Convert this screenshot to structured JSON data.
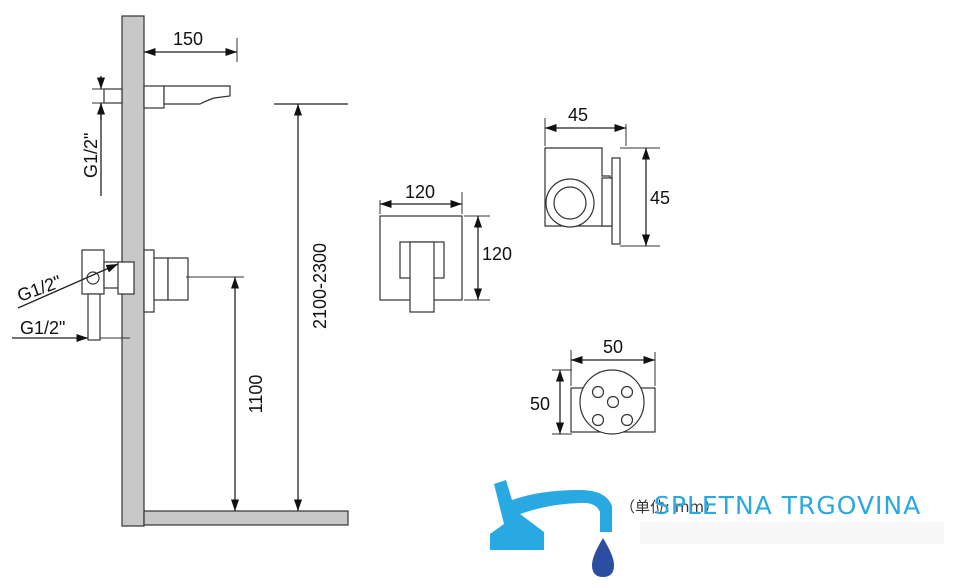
{
  "dimensions": {
    "spout_reach": "150",
    "thread_top": "G1/2\"",
    "thread_mid": "G1/2\"",
    "thread_bottom": "G1/2\"",
    "mount_height": "1100",
    "head_height": "2100-2300",
    "square_width": "120",
    "square_height": "120",
    "knob_width": "45",
    "knob_height": "45",
    "round_width": "50",
    "round_height": "50"
  },
  "units_label": "（单位: mm）",
  "watermark": {
    "text": "SPLETNA TRGOVINA",
    "logo": "faucet-drop-logo",
    "colors": {
      "faucet": "#29a9e1",
      "drop": "#2b4ea2",
      "text": "#29a9e1"
    }
  }
}
